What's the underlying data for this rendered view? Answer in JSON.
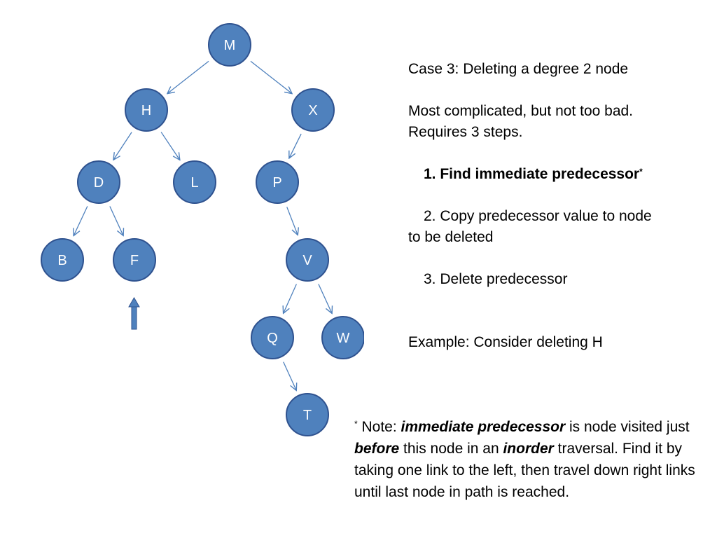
{
  "accent": "#4F81BD",
  "node_border": "#2F528F",
  "edge_color": "#4F81BD",
  "tree": {
    "nodes": [
      {
        "id": "M",
        "label": "M"
      },
      {
        "id": "H",
        "label": "H"
      },
      {
        "id": "X",
        "label": "X"
      },
      {
        "id": "D",
        "label": "D"
      },
      {
        "id": "L",
        "label": "L"
      },
      {
        "id": "P",
        "label": "P"
      },
      {
        "id": "B",
        "label": "B"
      },
      {
        "id": "F",
        "label": "F"
      },
      {
        "id": "V",
        "label": "V"
      },
      {
        "id": "Q",
        "label": "Q"
      },
      {
        "id": "W",
        "label": "W"
      },
      {
        "id": "T",
        "label": "T"
      }
    ],
    "edges": [
      {
        "from": "M",
        "to": "H"
      },
      {
        "from": "M",
        "to": "X"
      },
      {
        "from": "H",
        "to": "D"
      },
      {
        "from": "H",
        "to": "L"
      },
      {
        "from": "X",
        "to": "P"
      },
      {
        "from": "D",
        "to": "B"
      },
      {
        "from": "D",
        "to": "F"
      },
      {
        "from": "P",
        "to": "V"
      },
      {
        "from": "V",
        "to": "Q"
      },
      {
        "from": "V",
        "to": "W"
      },
      {
        "from": "Q",
        "to": "T"
      }
    ],
    "pointer_target": "F"
  },
  "text": {
    "case_heading": "Case 3:    Deleting a degree 2 node",
    "intro_line1": "Most complicated, but not too bad.",
    "intro_line2": "Requires 3 steps.",
    "step1": "1. Find immediate predecessor",
    "step1_mark": "*",
    "step2": "2. Copy predecessor value to node",
    "step2_cont": "to be deleted",
    "step3": "3. Delete predecessor",
    "example": "Example:  Consider deleting H"
  },
  "note": {
    "mark": "*",
    "lead": " Note: ",
    "term1": "immediate predecessor",
    "mid1": " is node visited just ",
    "term2": "before",
    "mid2": " this node in an ",
    "term3": "inorder",
    "rest": " traversal. Find it by taking one link to the left, then travel down right links until last node in path is reached."
  }
}
